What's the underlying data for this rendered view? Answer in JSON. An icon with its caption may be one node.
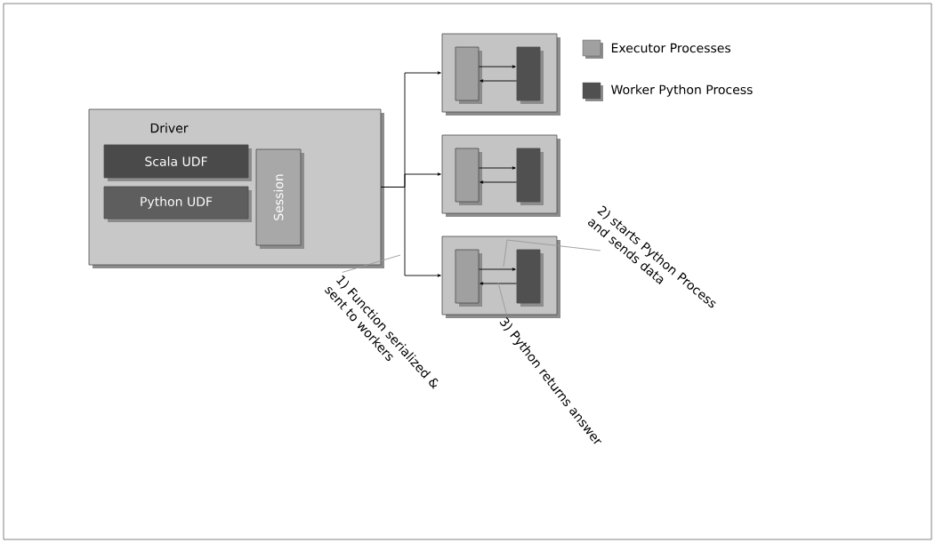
{
  "diagram": {
    "nodes": [
      {
        "text": [
          "Driver"
        ]
      },
      {
        "text": [
          "Scala UDF"
        ],
        "in": 0
      },
      {
        "text": [
          "Python UDF"
        ],
        "in": 0
      },
      {
        "text": [
          "Session"
        ],
        "in": 0
      },
      {
        "text": [],
        "shape": "box"
      },
      {
        "text": [],
        "shape": "box",
        "in": 4
      },
      {
        "text": [],
        "shape": "box",
        "in": 4
      },
      {
        "text": [],
        "shape": "box"
      },
      {
        "text": [],
        "shape": "box",
        "in": 7
      },
      {
        "text": [],
        "shape": "box",
        "in": 7
      },
      {
        "text": [],
        "shape": "box"
      },
      {
        "text": [],
        "shape": "box",
        "in": 10
      },
      {
        "text": [],
        "shape": "box",
        "in": 10
      },
      {
        "text": [
          "1) Function serialized & sent to workers"
        ]
      },
      {
        "text": [
          "2) starts Python Process and sends data"
        ]
      },
      {
        "text": [
          "3) Python returns answer"
        ]
      }
    ],
    "edges": [
      {
        "from": 0,
        "to": 4,
        "arrow": "to"
      },
      {
        "from": 0,
        "to": 7,
        "arrow": "to"
      },
      {
        "from": 0,
        "to": 10,
        "arrow": "to"
      },
      {
        "from": 5,
        "to": 6,
        "arrow": "to"
      },
      {
        "from": 6,
        "to": 5,
        "arrow": "to"
      },
      {
        "from": 8,
        "to": 9,
        "arrow": "to"
      },
      {
        "from": 9,
        "to": 8,
        "arrow": "to"
      },
      {
        "from": 11,
        "to": 12,
        "arrow": "to"
      },
      {
        "from": 12,
        "to": 11,
        "arrow": "to"
      },
      {
        "from": 13,
        "to": null,
        "arrow": "none",
        "color": "#999999"
      },
      {
        "from": 14,
        "to": null,
        "arrow": "none",
        "color": "#999999"
      },
      {
        "from": 15,
        "to": null,
        "arrow": "none",
        "color": "#999999"
      }
    ],
    "legend": [
      {
        "text": "Executor Processes",
        "color": "#a0a0a0"
      },
      {
        "text": "Worker Python Process",
        "color": "#505050"
      }
    ]
  }
}
